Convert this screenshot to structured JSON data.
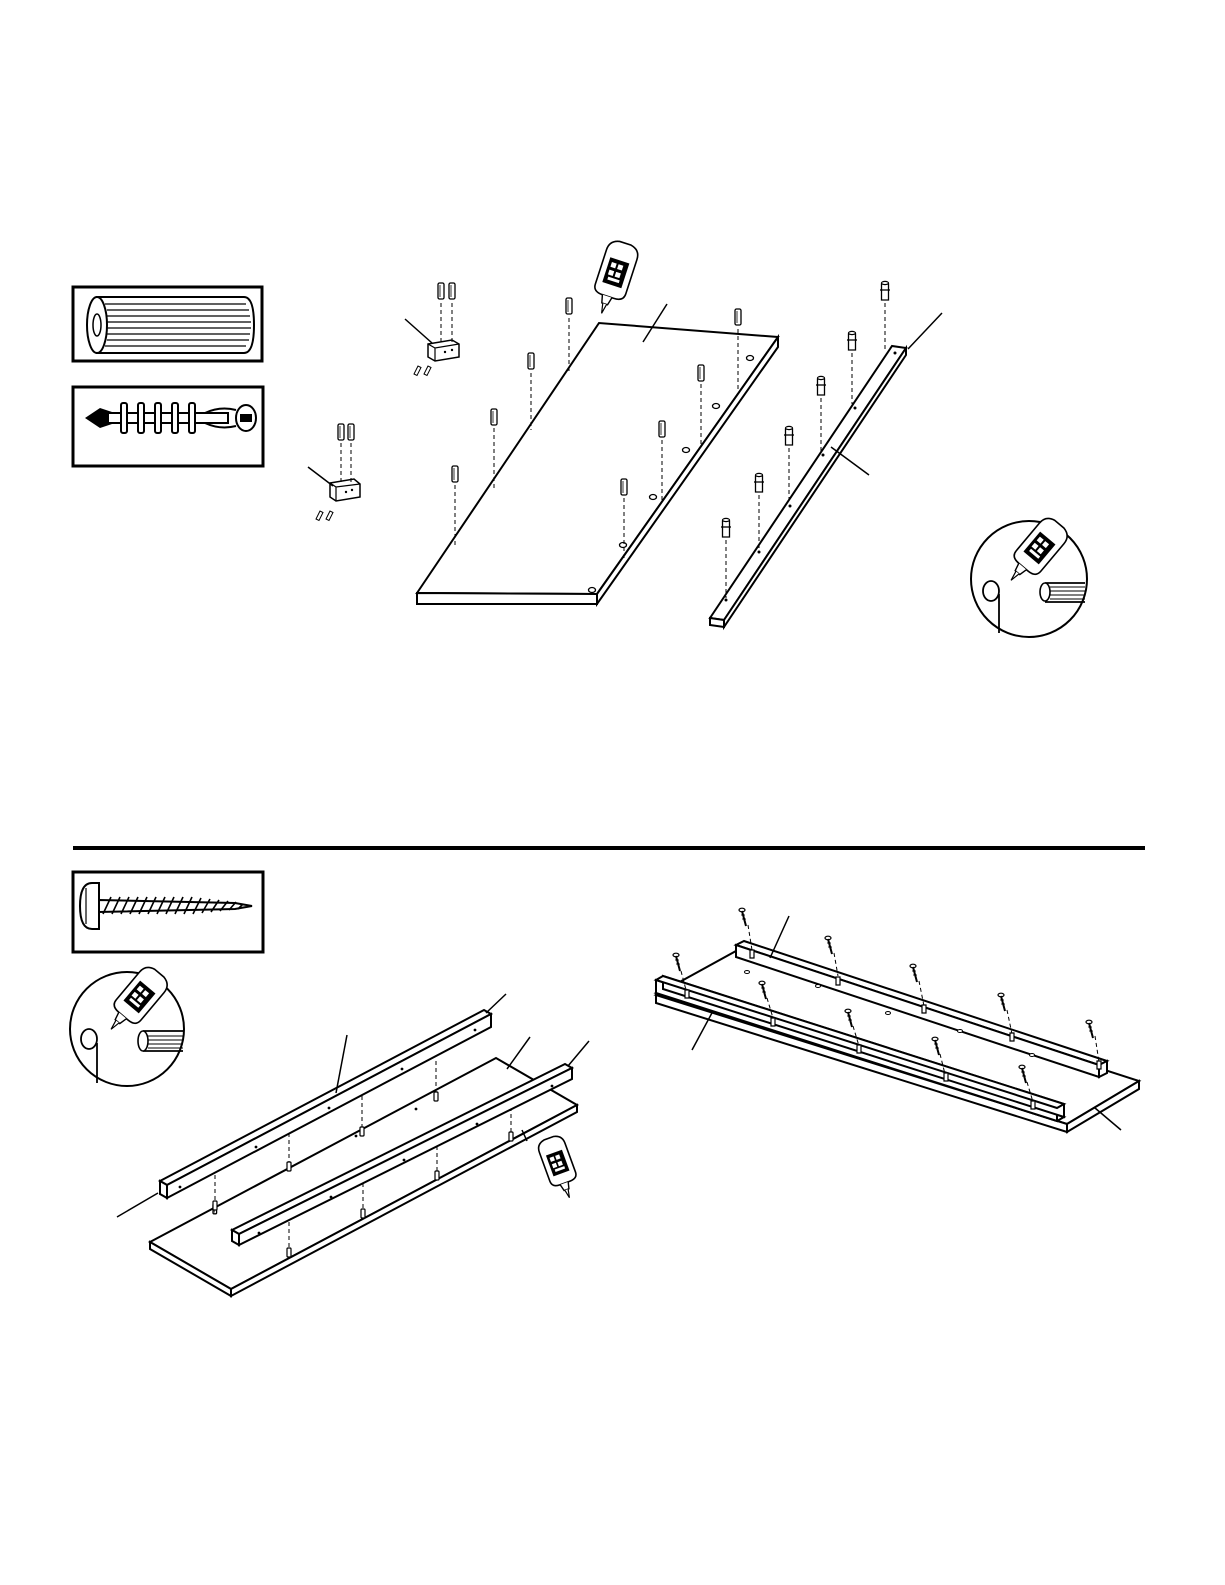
{
  "page": {
    "background": "#ffffff",
    "ink": "#000000"
  },
  "step_top": {
    "hardware_boxes": [
      {
        "icon": "wood-dowel-icon"
      },
      {
        "icon": "cam-bolt-icon"
      }
    ],
    "parts": [
      "top-panel-board",
      "side-rail",
      "corner-block-upper",
      "corner-block-lower",
      "glue-bottle"
    ],
    "detail_circle": {
      "icon": "glue-dowel-hole-icon"
    }
  },
  "divider": {
    "color": "#000000"
  },
  "step_bottom": {
    "hardware_boxes": [
      {
        "icon": "wood-screw-icon"
      }
    ],
    "detail_circle": {
      "icon": "glue-dowel-hole-icon"
    },
    "left_view": [
      "base-panel",
      "rail-back",
      "rail-front",
      "glue-bottle"
    ],
    "right_view": [
      "base-panel",
      "rail-back",
      "rail-front",
      "screws"
    ]
  }
}
